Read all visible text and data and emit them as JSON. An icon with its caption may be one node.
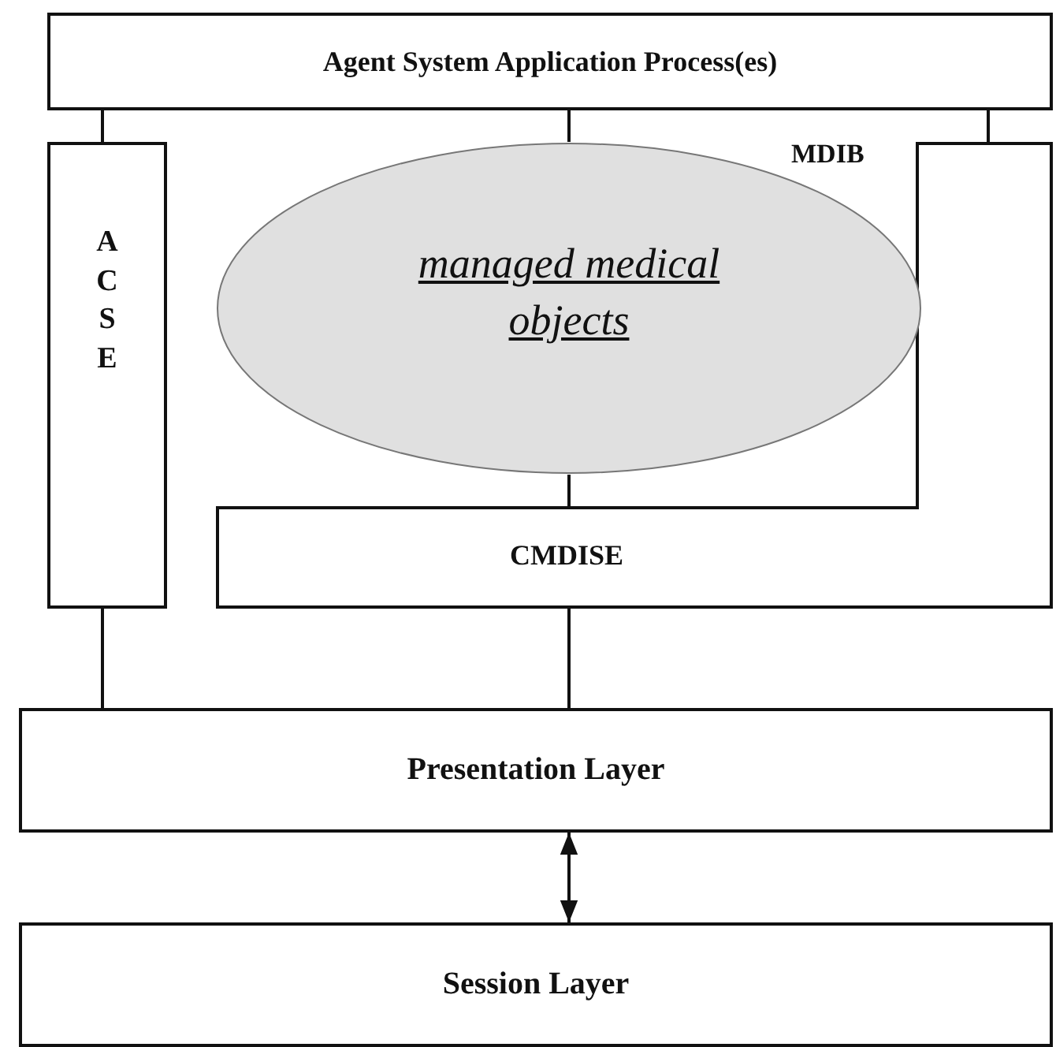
{
  "diagram": {
    "nodes": [
      {
        "text": [
          "Agent System Application Process(es)"
        ]
      },
      {
        "text": [
          "ACSE"
        ]
      },
      {
        "text": [
          "CMDISE"
        ]
      },
      {
        "text": [
          "managed medical objects"
        ],
        "beside": [
          "MDIB"
        ]
      },
      {
        "text": [
          "Presentation Layer"
        ]
      },
      {
        "text": [
          "Session Layer"
        ]
      }
    ],
    "edges": [
      {
        "from": 0,
        "to": 1,
        "arrow": "none"
      },
      {
        "from": 0,
        "to": 3,
        "arrow": "none"
      },
      {
        "from": 0,
        "to": 2,
        "arrow": "none"
      },
      {
        "from": 3,
        "to": 2,
        "arrow": "none"
      },
      {
        "from": 1,
        "to": 4,
        "arrow": "none"
      },
      {
        "from": 2,
        "to": 4,
        "arrow": "none"
      },
      {
        "from": 4,
        "to": 5,
        "arrow": "both"
      }
    ]
  }
}
